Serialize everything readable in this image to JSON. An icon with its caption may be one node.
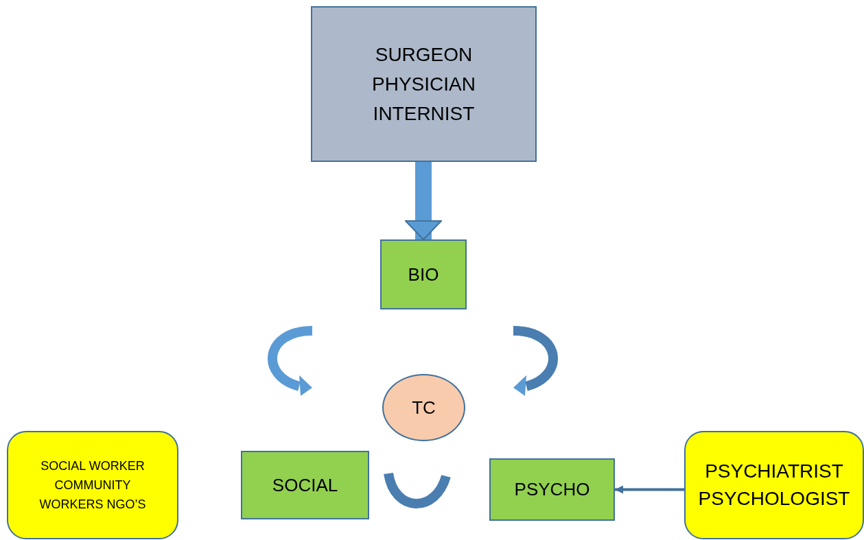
{
  "diagram": {
    "nodes": [
      {
        "text": [
          "SURGEON PHYSICIAN INTERNIST"
        ]
      },
      {
        "text": [
          "BIO"
        ]
      },
      {
        "text": [
          "TC"
        ]
      },
      {
        "text": [
          "SOCIAL WORKER COMMUNITY WORKERS NGO’S"
        ]
      },
      {
        "text": [
          "SOCIAL"
        ]
      },
      {
        "text": [
          "PSYCHO"
        ]
      },
      {
        "text": [
          "PSYCHIATRIST PSYCHOLOGIST"
        ]
      }
    ],
    "edges": [
      {
        "from": 0,
        "to": 1,
        "arrow": "to",
        "style": "thick"
      },
      {
        "from": 6,
        "to": 5,
        "arrow": "to"
      }
    ]
  }
}
